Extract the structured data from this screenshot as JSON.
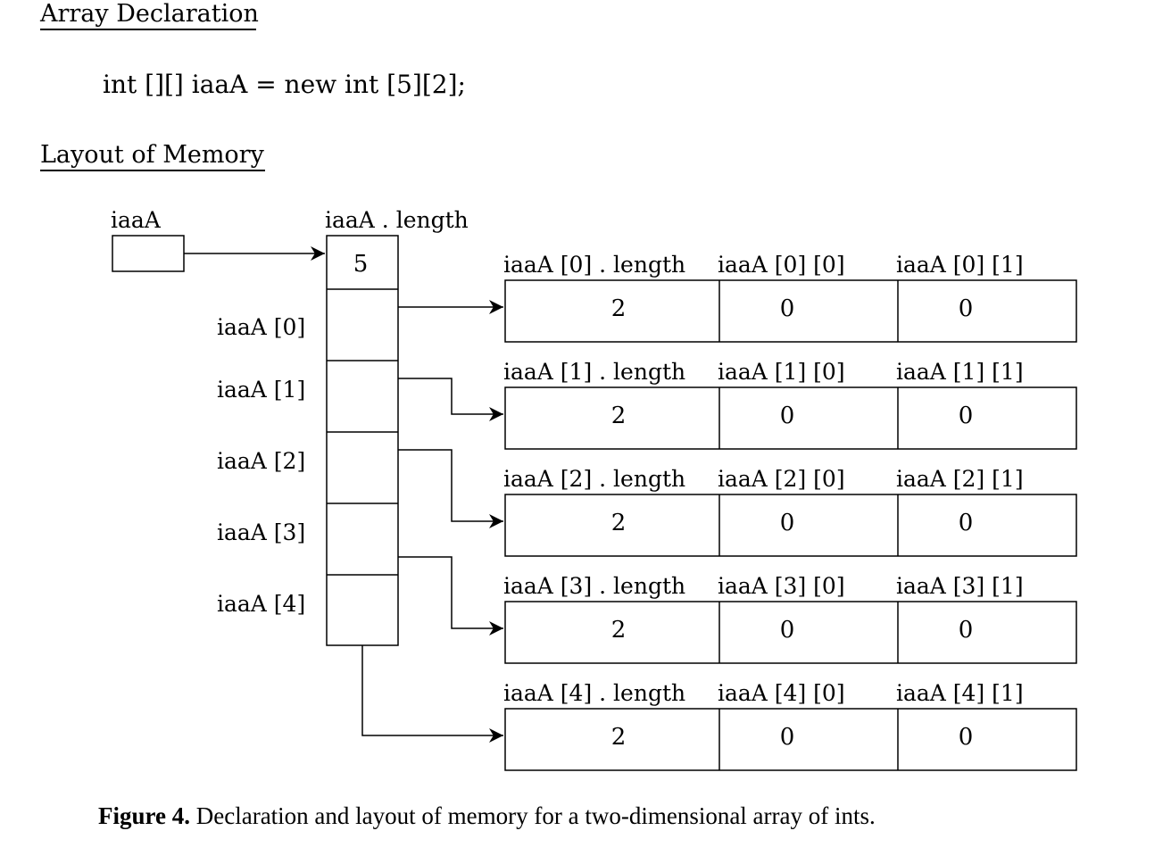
{
  "headings": {
    "declaration": "Array Declaration",
    "layout": "Layout of Memory"
  },
  "code": "int [][] iaaA = new int [5][2];",
  "labels": {
    "variable": "iaaA",
    "outer_length": "iaaA . length",
    "outer_length_value": "5"
  },
  "rows": [
    {
      "index_label": "iaaA [0]",
      "length_label": "iaaA [0] . length",
      "elem0_label": "iaaA [0] [0]",
      "elem1_label": "iaaA [0] [1]",
      "length_value": "2",
      "elem0_value": "0",
      "elem1_value": "0"
    },
    {
      "index_label": "iaaA [1]",
      "length_label": "iaaA [1] . length",
      "elem0_label": "iaaA [1] [0]",
      "elem1_label": "iaaA [1] [1]",
      "length_value": "2",
      "elem0_value": "0",
      "elem1_value": "0"
    },
    {
      "index_label": "iaaA [2]",
      "length_label": "iaaA [2] . length",
      "elem0_label": "iaaA [2] [0]",
      "elem1_label": "iaaA [2] [1]",
      "length_value": "2",
      "elem0_value": "0",
      "elem1_value": "0"
    },
    {
      "index_label": "iaaA [3]",
      "length_label": "iaaA [3] . length",
      "elem0_label": "iaaA [3] [0]",
      "elem1_label": "iaaA [3] [1]",
      "length_value": "2",
      "elem0_value": "0",
      "elem1_value": "0"
    },
    {
      "index_label": "iaaA [4]",
      "length_label": "iaaA [4] . length",
      "elem0_label": "iaaA [4] [0]",
      "elem1_label": "iaaA [4] [1]",
      "length_value": "2",
      "elem0_value": "0",
      "elem1_value": "0"
    }
  ],
  "caption": {
    "prefix": "Figure 4.",
    "text": " Declaration and layout of memory for a two-dimensional array of ints."
  }
}
